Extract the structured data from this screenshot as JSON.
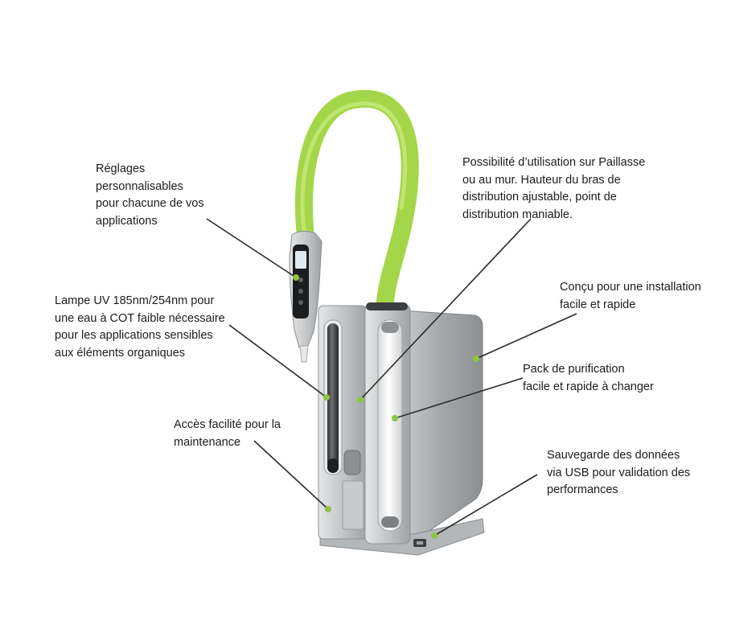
{
  "callouts": {
    "reglages": [
      "Réglages",
      "personnalisables",
      "pour chacune de vos",
      "applications"
    ],
    "paillasse": [
      "Possibilité d’utilisation sur Paillasse",
      "ou au mur. Hauteur du bras de",
      "distribution ajustable, point de",
      "distribution maniable."
    ],
    "installation": [
      "Conçu pour une installation",
      "facile et rapide"
    ],
    "uv": [
      "Lampe UV 185nm/254nm pour",
      "une eau à COT faible nécessaire",
      "pour les applications sensibles",
      "aux éléments organiques"
    ],
    "pack": [
      "Pack de purification",
      "facile et rapide à changer"
    ],
    "acces": [
      "Accès facilité pour la",
      "maintenance"
    ],
    "usb": [
      "Sauvegarde des données",
      "via USB pour validation des",
      "performances"
    ]
  },
  "colors": {
    "accent_green": "#8cc63f",
    "hose_green": "#a4d64a",
    "leader_line": "#2a2a2a",
    "body_silver": "#a9acae",
    "text": "#1c1c1c"
  }
}
